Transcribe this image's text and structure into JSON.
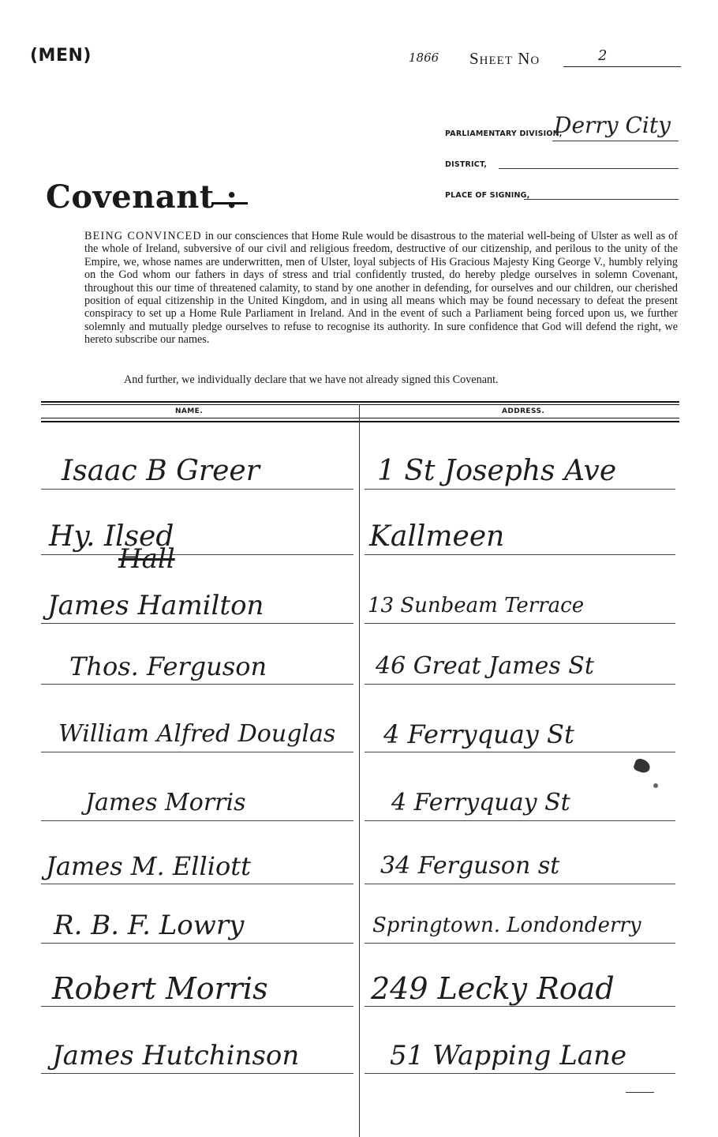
{
  "header": {
    "men_label": "(MEN)",
    "year": "1866",
    "sheet_label": "Sheet No",
    "sheet_number": "2"
  },
  "fields": {
    "division_label": "PARLIAMENTARY DIVISION,",
    "division_value": "Derry City",
    "district_label": "DISTRICT,",
    "place_label": "PLACE OF SIGNING,"
  },
  "title": "Covenant :",
  "covenant_text": {
    "lead": "BEING CONVINCED",
    "body": " in our consciences that Home Rule would be disastrous to the material well-being of Ulster as well as of the whole of Ireland, subversive of our civil and religious freedom, destructive of our citizenship, and perilous to the unity of the Empire, we, whose names are underwritten, men of Ulster, loyal subjects of His Gracious Majesty King George V., humbly relying on the God whom our fathers in days of stress and trial confidently trusted, do hereby pledge ourselves in solemn Covenant, throughout this our time of threatened calamity, to stand by one another in defending, for ourselves and our children, our cherished position of equal citizenship in the United Kingdom, and in using all means which may be found necessary to defeat the present conspiracy to set up a Home Rule Parliament in Ireland. And in the event of such a Parliament being forced upon us, we further solemnly and mutually pledge ourselves to refuse to recognise its authority. In sure confidence that God will defend the right, we hereto subscribe our names.",
    "further": "And further, we individually declare that we have not already signed this Covenant."
  },
  "table": {
    "name_header": "NAME.",
    "address_header": "ADDRESS.",
    "entries": [
      {
        "name": "Isaac B Greer",
        "address": "1 St Josephs Ave"
      },
      {
        "name": "Hy. Ilsed",
        "address": "Kallmeen",
        "struck": "Hall"
      },
      {
        "name": "James Hamilton",
        "address": "13 Sunbeam Terrace"
      },
      {
        "name": "Thos. Ferguson",
        "address": "46 Great James St"
      },
      {
        "name": "William Alfred Douglas",
        "address": "4 Ferryquay St"
      },
      {
        "name": "James Morris",
        "address": "4 Ferryquay St"
      },
      {
        "name": "James M. Elliott",
        "address": "34 Ferguson st"
      },
      {
        "name": "R. B. F. Lowry",
        "address": "Springtown. Londonderry"
      },
      {
        "name": "Robert Morris",
        "address": "249 Lecky Road"
      },
      {
        "name": "James Hutchinson",
        "address": "51 Wapping Lane"
      }
    ]
  }
}
